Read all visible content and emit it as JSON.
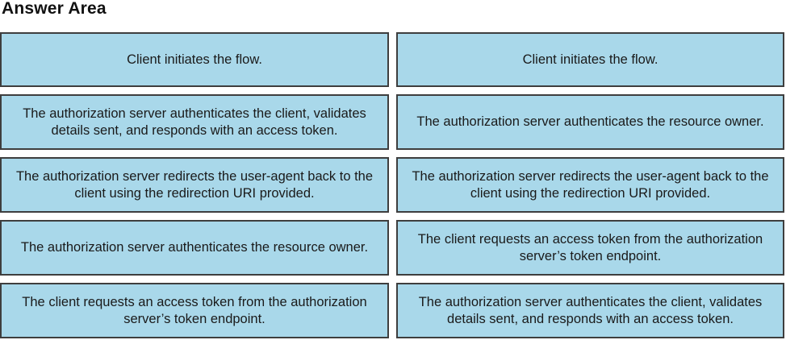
{
  "title": "Answer Area",
  "left_column": [
    "Client initiates the flow.",
    "The authorization server authenticates the client, validates details sent, and responds with an access token.",
    "The authorization server redirects the user-agent back to the client using the redirection URI provided.",
    "The authorization server authenticates the resource owner.",
    "The client requests an access token from the authorization server’s token endpoint."
  ],
  "right_column": [
    "Client initiates the flow.",
    "The authorization server authenticates the resource owner.",
    "The authorization server redirects the user-agent back to the client using the redirection URI provided.",
    "The client requests an access token from the authorization server’s token endpoint.",
    "The authorization server authenticates the client, validates details sent, and responds with an access token."
  ],
  "colors": {
    "box_fill": "#a9d8ea",
    "box_border": "#3e3e3e"
  }
}
